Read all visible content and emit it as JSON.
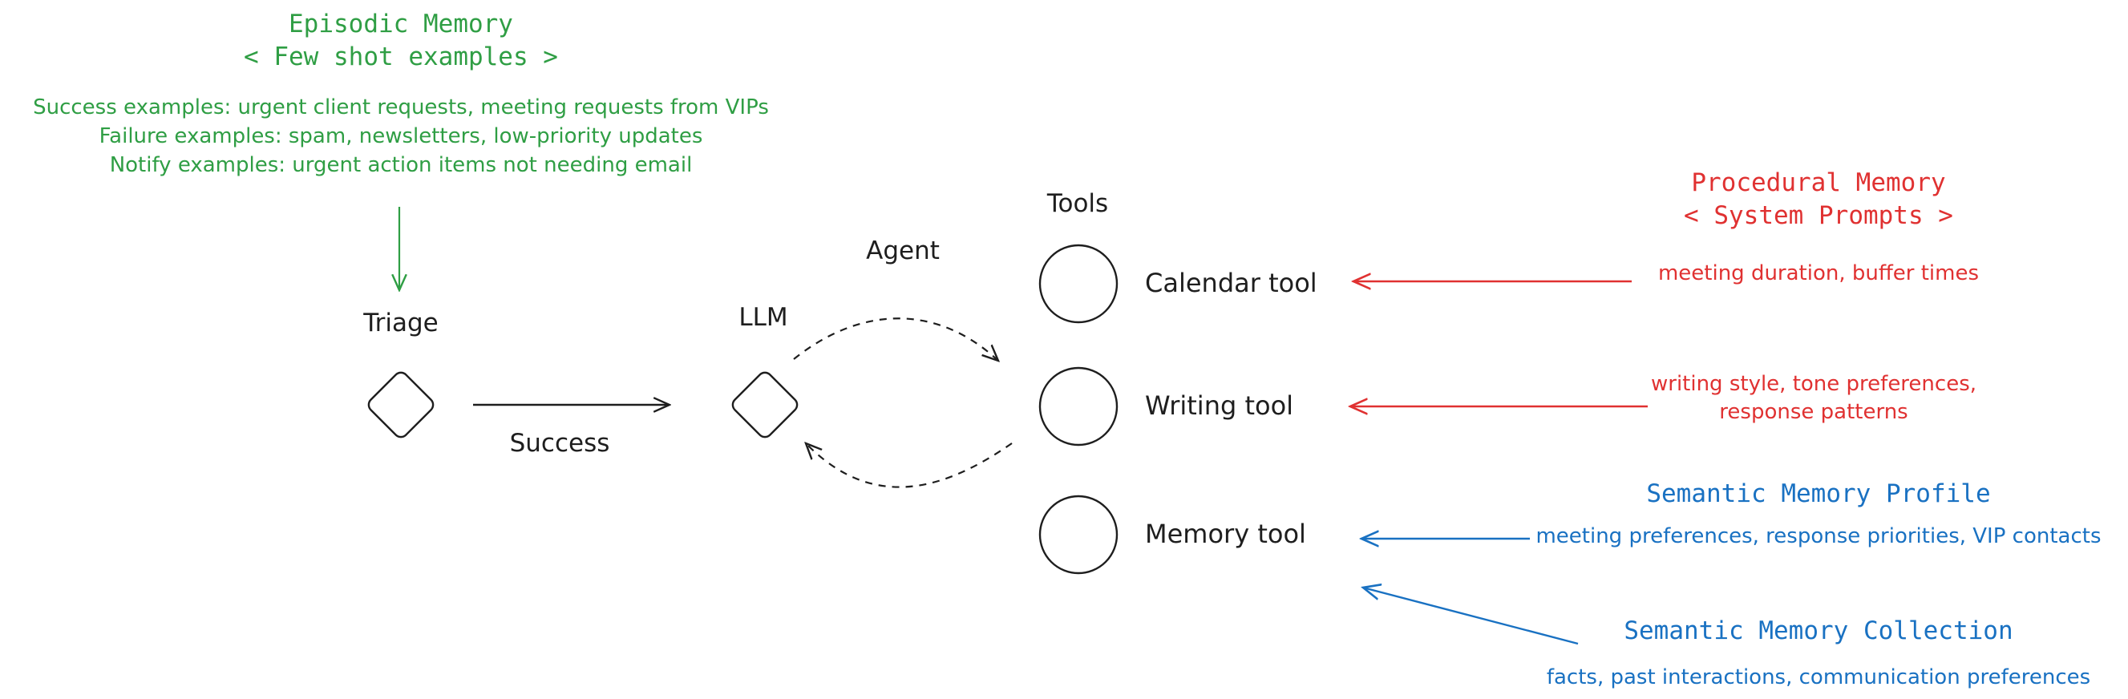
{
  "colors": {
    "ink": "#1e1e1e",
    "episodic": "#2f9e44",
    "procedural": "#e03131",
    "semantic": "#1971c2"
  },
  "episodic": {
    "title": "Episodic Memory",
    "subtitle": "< Few shot examples >",
    "lines": [
      "Success examples: urgent client requests, meeting requests from VIPs",
      "Failure examples: spam, newsletters, low-priority updates",
      "Notify examples: urgent action items not needing email"
    ]
  },
  "nodes": {
    "triage": "Triage",
    "llm": "LLM",
    "success_edge": "Success",
    "agent": "Agent",
    "tools_header": "Tools"
  },
  "tools": [
    {
      "label": "Calendar tool"
    },
    {
      "label": "Writing tool"
    },
    {
      "label": "Memory tool"
    }
  ],
  "procedural": {
    "title": "Procedural Memory",
    "subtitle": "< System Prompts >",
    "calendar_note": "meeting duration, buffer times",
    "writing_note_1": "writing style, tone preferences,",
    "writing_note_2": "response patterns"
  },
  "semantic": {
    "profile_title": "Semantic Memory Profile",
    "profile_note": "meeting preferences, response priorities, VIP contacts",
    "collection_title": "Semantic Memory Collection",
    "collection_note": "facts, past interactions, communication preferences"
  }
}
